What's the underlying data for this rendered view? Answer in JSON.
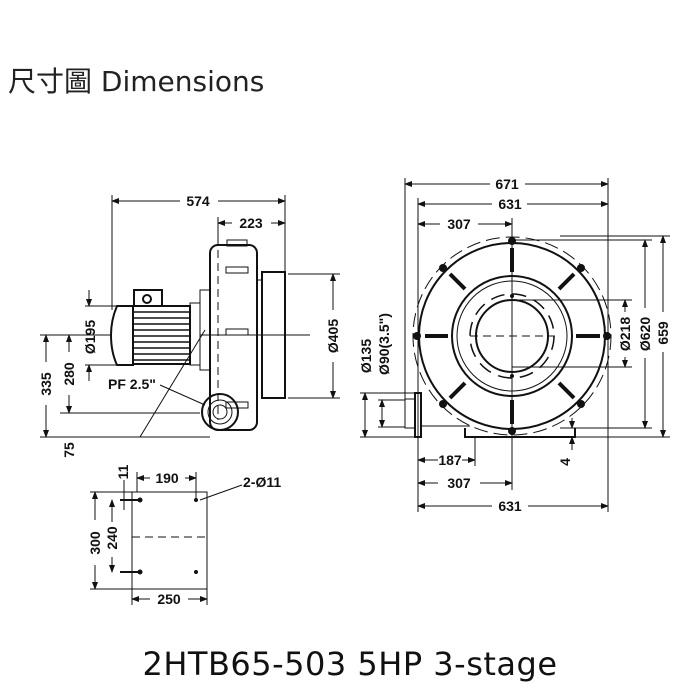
{
  "header": {
    "title": "尺寸圖 Dimensions"
  },
  "caption": "2HTB65-503 5HP 3-stage",
  "side_view": {
    "overall_length": "574",
    "housing_width": "223",
    "inlet_dia": "Ø405",
    "motor_dia": "Ø195",
    "height_total": "335",
    "height_center": "280",
    "base_height": "75",
    "outlet_port": "PF 2.5\""
  },
  "front_view": {
    "overall_width": "671",
    "body_width": "631",
    "center_offset": "307",
    "inner_dia": "Ø218",
    "housing_dia": "Ø620",
    "overall_height": "659",
    "flange_dia": "Ø135",
    "outlet_dia": "Ø90(3.5\")",
    "base_offset": "187",
    "bottom_center": "307",
    "bottom_width": "631",
    "base_gap": "4"
  },
  "base_plate": {
    "hole_spacing_x": "190",
    "hole_offset": "11",
    "holes": "2-Ø11",
    "length": "300",
    "hole_spacing_y": "240",
    "width": "250"
  }
}
